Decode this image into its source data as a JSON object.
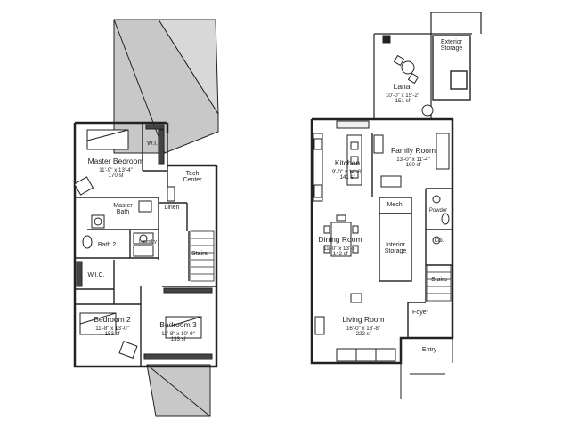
{
  "colors": {
    "line": "#222222",
    "roof": "#c8c8c8",
    "bg": "#ffffff"
  },
  "upper_floor": {
    "master_bedroom": {
      "name": "Master Bedroom",
      "dims": "11'-9\" x 13'-4\"",
      "area": "170 sf"
    },
    "wic_master": "W.I.",
    "tech_center": "Tech Center",
    "master_bath": "Master Bath",
    "linen": "Linen",
    "bath_2": "Bath 2",
    "laundry": "Laundry",
    "stairs": "Stairs",
    "wic": "W.I.C.",
    "bedroom_2": {
      "name": "Bedroom 2",
      "dims": "11'-8\" x 13'-0\"",
      "area": "153 sf"
    },
    "bedroom_3": {
      "name": "Bedroom 3",
      "dims": "11'-8\" x 10'-9\"",
      "area": "133 sf"
    }
  },
  "lower_floor": {
    "exterior_storage": "Exterior Storage",
    "lanai": {
      "name": "Lanai",
      "dims": "10'-0\" x 15'-2\"",
      "area": "151 sf"
    },
    "kitchen": {
      "name": "Kitchen",
      "dims": "9'-0\" x 14'-8\"",
      "area": "141 sf"
    },
    "family_room": {
      "name": "Family Room",
      "dims": "13'-0\" x 11'-4\"",
      "area": "190 sf"
    },
    "mech": "Mech.",
    "powder": "Powder",
    "dining_room": {
      "name": "Dining Room",
      "dims": "11'-0\" x 13'-8\"",
      "area": "142 sf"
    },
    "interior_storage": "Interior Storage",
    "closet": "Clo.",
    "stairs": "Stairs",
    "living_room": {
      "name": "Living Room",
      "dims": "16'-0\" x 13'-8\"",
      "area": "222 sf"
    },
    "foyer": "Foyer",
    "entry": "Entry"
  }
}
